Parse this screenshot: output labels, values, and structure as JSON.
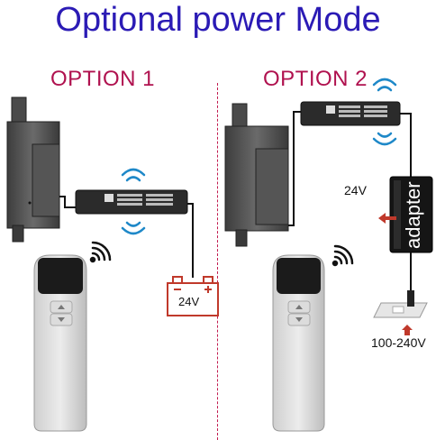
{
  "title": "Optional power Mode",
  "option1": {
    "label": "OPTION 1",
    "battery_voltage": "24V"
  },
  "option2": {
    "label": "OPTION 2",
    "adapter_voltage": "24V",
    "adapter_text": "adapter",
    "mains_voltage": "100-240V"
  },
  "icons": [
    "linear-actuator",
    "control-box",
    "wireless-signal",
    "battery",
    "remote-control",
    "power-adapter",
    "wall-outlet"
  ],
  "colors": {
    "title": "#2b1bb5",
    "option_label": "#b0124f",
    "divider": "#c21b4f",
    "signal": "#1e88c8",
    "battery": "#c0392b"
  }
}
